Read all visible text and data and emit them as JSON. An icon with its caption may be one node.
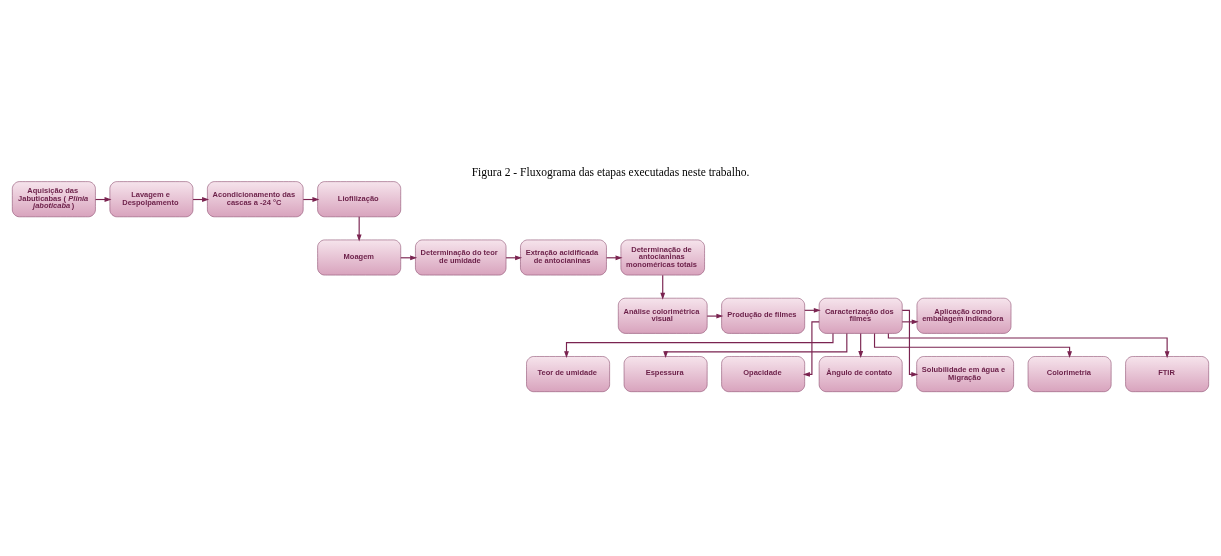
{
  "diagram": {
    "title": "Figura 2 - Fluxograma das etapas executadas neste trabalho.",
    "nodes": [
      {
        "text": [
          "Aquisição das Jabuticabas (*Plinia jaboticaba*)"
        ]
      },
      {
        "text": [
          "Lavagem e Despolpamento"
        ]
      },
      {
        "text": [
          "Acondicionamento das cascas a -24 °C"
        ]
      },
      {
        "text": [
          "Liofilização"
        ]
      },
      {
        "text": [
          "Moagem"
        ]
      },
      {
        "text": [
          "Determinação do teor de umidade"
        ]
      },
      {
        "text": [
          "Extração acidificada de antocianinas"
        ]
      },
      {
        "text": [
          "Determinação de antocianinas monoméricas totais"
        ]
      },
      {
        "text": [
          "Análise colorimétrica visual"
        ]
      },
      {
        "text": [
          "Produção de filmes"
        ]
      },
      {
        "text": [
          "Caracterização dos filmes"
        ]
      },
      {
        "text": [
          "Aplicação como embalagem indicadora"
        ]
      },
      {
        "text": [
          "Teor de umidade"
        ]
      },
      {
        "text": [
          "Espessura"
        ]
      },
      {
        "text": [
          "Opacidade"
        ]
      },
      {
        "text": [
          "Ângulo de contato"
        ]
      },
      {
        "text": [
          "Solubilidade em água e Migração"
        ]
      },
      {
        "text": [
          "Colorimetria"
        ]
      },
      {
        "text": [
          "FTIR"
        ]
      }
    ],
    "edges": [
      {
        "from": 0,
        "to": 1,
        "arrow": "to"
      },
      {
        "from": 1,
        "to": 2,
        "arrow": "to"
      },
      {
        "from": 2,
        "to": 3,
        "arrow": "to"
      },
      {
        "from": 3,
        "to": 4,
        "arrow": "to"
      },
      {
        "from": 4,
        "to": 5,
        "arrow": "to"
      },
      {
        "from": 5,
        "to": 6,
        "arrow": "to"
      },
      {
        "from": 6,
        "to": 7,
        "arrow": "to"
      },
      {
        "from": 7,
        "to": 8,
        "arrow": "to"
      },
      {
        "from": 8,
        "to": 9,
        "arrow": "to"
      },
      {
        "from": 9,
        "to": 10,
        "arrow": "to"
      },
      {
        "from": 10,
        "to": 11,
        "arrow": "to"
      },
      {
        "from": 10,
        "to": 12,
        "arrow": "to"
      },
      {
        "from": 10,
        "to": 13,
        "arrow": "to"
      },
      {
        "from": 10,
        "to": 14,
        "arrow": "to"
      },
      {
        "from": 10,
        "to": 15,
        "arrow": "to"
      },
      {
        "from": 10,
        "to": 16,
        "arrow": "to"
      },
      {
        "from": 10,
        "to": 17,
        "arrow": "to"
      },
      {
        "from": 10,
        "to": 18,
        "arrow": "to"
      }
    ]
  }
}
